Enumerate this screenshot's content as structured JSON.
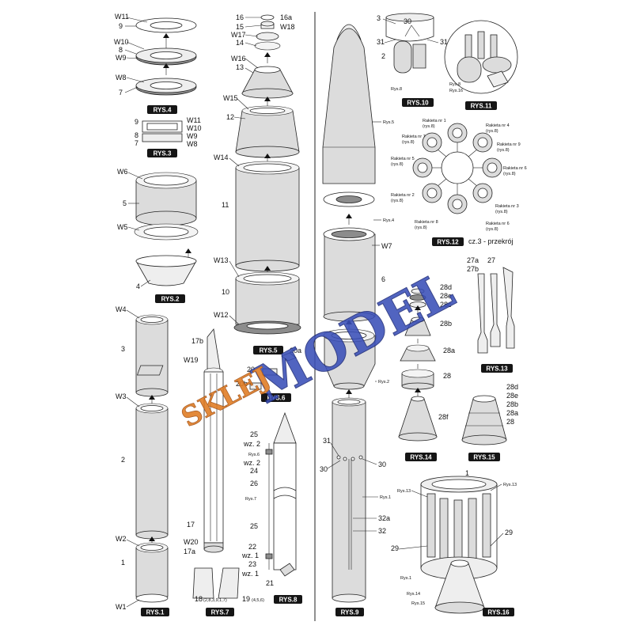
{
  "captions": {
    "rys1": "RYS.1",
    "rys2": "RYS.2",
    "rys3": "RYS.3",
    "rys4": "RYS.4",
    "rys5": "RYS.5",
    "rys6": "RYS.6",
    "rys7": "RYS.7",
    "rys8": "RYS.8",
    "rys9": "RYS.9",
    "rys10": "RYS.10",
    "rys11": "RYS.11",
    "rys12": "RYS.12",
    "rys13": "RYS.13",
    "rys14": "RYS.14",
    "rys15": "RYS.15",
    "rys16": "RYS.16"
  },
  "labels": {
    "W11": "W11",
    "n9": "9",
    "W10": "W10",
    "n8": "8",
    "W9": "W9",
    "W8": "W8",
    "n7": "7",
    "r3_9": "9",
    "r3_W11": "W11",
    "r3_W10": "W10",
    "r3_8": "8",
    "r3_W9": "W9",
    "r3_7": "7",
    "r3_W8": "W8",
    "W6": "W6",
    "n5": "5",
    "W5": "W5",
    "n4": "4",
    "W4": "W4",
    "n3": "3",
    "W3": "W3",
    "n2": "2",
    "W2": "W2",
    "n1": "1",
    "W1": "W1",
    "n16": "16",
    "n16a": "16a",
    "n15": "15",
    "W18": "W18",
    "W17": "W17",
    "n14": "14",
    "W16": "W16",
    "n13": "13",
    "W15": "W15",
    "n12": "12",
    "W14": "W14",
    "n11": "11",
    "W13": "W13",
    "n10": "10",
    "W12": "W12",
    "n17b": "17b",
    "W19": "W19",
    "n20": "20",
    "n20a": "20a",
    "n20b": "20b",
    "n17": "17",
    "W20": "W20",
    "n17a": "17a",
    "n18": "18",
    "n18s": "(2,8,3,9,1,7)",
    "n19": "19",
    "n19s": "(4,5,6)",
    "n25a": "25",
    "wz2a": "wz. 2",
    "rys6b": "Rys.6",
    "wz2b": "wz. 2",
    "n24": "24",
    "n26": "26",
    "rys7b": "Rys.7",
    "n25b": "25",
    "n22": "22",
    "wz1a": "wz. 1",
    "n23": "23",
    "wz1b": "wz. 1",
    "n21": "21",
    "rys5b": "Rys.5",
    "rys4b": "Rys.4",
    "W7": "W7",
    "n6": "6",
    "rys2b": "Rys.2",
    "n31": "31",
    "n30a": "30",
    "n30b": "30",
    "rys1b": "Rys.1",
    "n32a": "32a",
    "n32": "32",
    "r10_3": "3",
    "r10_30": "30",
    "r10_31a": "31",
    "r10_31b": "31",
    "r10_2": "2",
    "rys8b": "Rys.8",
    "rys8c": "Rys.8",
    "rys16b": "Rys.16",
    "cz3": "cz.3 - przekrój",
    "n27a": "27a",
    "n27": "27",
    "n27b": "27b",
    "n28d": "28d",
    "n28e": "28e",
    "n28c": "28c",
    "n28b": "28b",
    "n28a": "28a",
    "n28": "28",
    "n28f": "28f",
    "r15_28d": "28d",
    "r15_28e": "28e",
    "r15_28b": "28b",
    "r15_28a": "28a",
    "r15_28": "28",
    "r16_1": "1",
    "r16_rys13a": "Rys.13",
    "r16_rys13b": "Rys.13",
    "r16_29a": "29",
    "r16_29b": "29",
    "r16_rys1": "Rys.1",
    "r16_rys14": "Rys.14",
    "r16_rys15": "Rys.15"
  },
  "rakiety": {
    "r1": "Rakieta nr 1",
    "r1s": "(rys.8)",
    "r4": "Rakieta nr 4",
    "r4s": "(rys.8)",
    "r7": "Rakieta nr 7",
    "r7s": "(rys.8)",
    "r9": "Rakieta nr 9",
    "r9s": "(rys.8)",
    "r5": "Rakieta nr 5",
    "r5s": "(rys.8)",
    "r6": "Rakieta nr 6",
    "r6s": "(rys.8)",
    "r2": "Rakieta nr 2",
    "r2s": "(rys.8)",
    "r3": "Rakieta nr 3",
    "r3s": "(rys.8)",
    "r8": "Rakieta nr 8",
    "r8s": "(rys.8)",
    "r6b": "Rakieta nr 6",
    "r6bs": "(rys.8)"
  },
  "watermark": {
    "text": "MODEL",
    "sub": "SKLEJ",
    "color": "#3a4fb8",
    "sub_color": "#e07a20"
  },
  "colors": {
    "part": "#dcdcdc",
    "dark": "#8c8c8c",
    "caption": "#151515"
  }
}
